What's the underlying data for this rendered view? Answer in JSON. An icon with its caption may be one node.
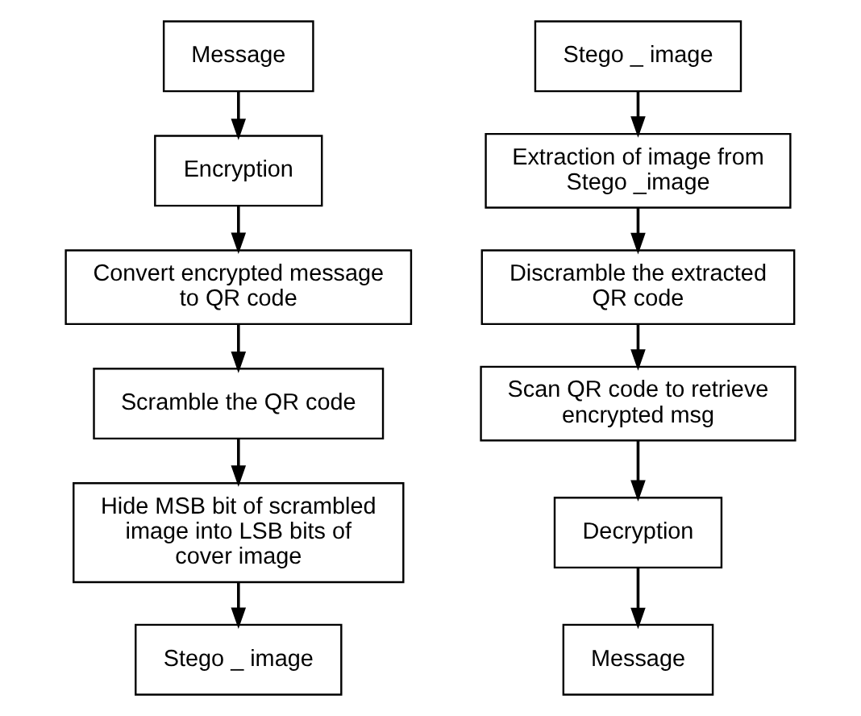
{
  "diagram": {
    "nodes": [
      {
        "text": [
          "Message"
        ]
      },
      {
        "text": [
          "Encryption"
        ]
      },
      {
        "text": [
          "Convert encrypted message to QR code"
        ]
      },
      {
        "text": [
          "Scramble the QR code"
        ]
      },
      {
        "text": [
          "Hide MSB bit of scrambled image into LSB bits of cover image"
        ]
      },
      {
        "text": [
          "Stego _ image"
        ]
      },
      {
        "text": [
          "Stego _ image"
        ]
      },
      {
        "text": [
          "Extraction of image from Stego _image"
        ]
      },
      {
        "text": [
          "Discramble the extracted QR code"
        ]
      },
      {
        "text": [
          "Scan QR code to retrieve encrypted msg"
        ]
      },
      {
        "text": [
          "Decryption"
        ]
      },
      {
        "text": [
          "Message"
        ]
      }
    ],
    "edges": [
      {
        "from": 0,
        "to": 1,
        "arrow": "to"
      },
      {
        "from": 1,
        "to": 2,
        "arrow": "to"
      },
      {
        "from": 2,
        "to": 3,
        "arrow": "to"
      },
      {
        "from": 3,
        "to": 4,
        "arrow": "to"
      },
      {
        "from": 4,
        "to": 5,
        "arrow": "to"
      },
      {
        "from": 6,
        "to": 7,
        "arrow": "to"
      },
      {
        "from": 7,
        "to": 8,
        "arrow": "to"
      },
      {
        "from": 8,
        "to": 9,
        "arrow": "to"
      },
      {
        "from": 9,
        "to": 10,
        "arrow": "to"
      },
      {
        "from": 10,
        "to": 11,
        "arrow": "to"
      }
    ]
  }
}
